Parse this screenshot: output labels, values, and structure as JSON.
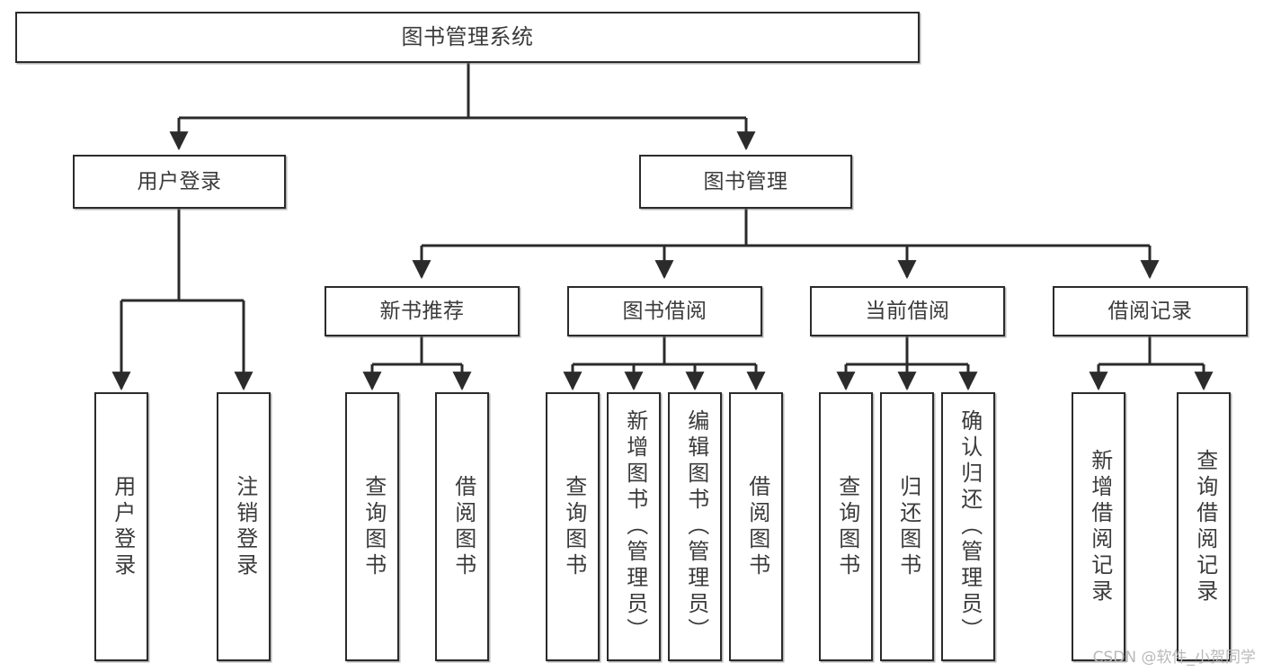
{
  "diagram": {
    "title": "图书管理系统",
    "type": "tree-hierarchy-chart",
    "watermark": "CSDN @软件_小贺同学",
    "colors": {
      "background": "#ffffff",
      "box_border": "#2b2b2b",
      "box_fill": "#ffffff",
      "text": "#3b3b3b",
      "edge": "#2b2b2b",
      "watermark": "#b9b9b9"
    },
    "levels": {
      "root": {
        "label": "图书管理系统"
      },
      "level2": [
        {
          "id": "user-login",
          "label": "用户登录"
        },
        {
          "id": "book-manage",
          "label": "图书管理"
        }
      ],
      "level3": [
        {
          "id": "new-book-recommend",
          "label": "新书推荐",
          "parent": "book-manage"
        },
        {
          "id": "book-borrow",
          "label": "图书借阅",
          "parent": "book-manage"
        },
        {
          "id": "current-borrow",
          "label": "当前借阅",
          "parent": "book-manage"
        },
        {
          "id": "borrow-record",
          "label": "借阅记录",
          "parent": "book-manage"
        }
      ],
      "leaves": [
        {
          "id": "leaf-user-login",
          "label": "用户登录",
          "parent": "user-login"
        },
        {
          "id": "leaf-user-logout",
          "label": "注销登录",
          "parent": "user-login"
        },
        {
          "id": "leaf-query-book-1",
          "label": "查询图书",
          "parent": "new-book-recommend"
        },
        {
          "id": "leaf-borrow-book-1",
          "label": "借阅图书",
          "parent": "new-book-recommend"
        },
        {
          "id": "leaf-query-book-2",
          "label": "查询图书",
          "parent": "book-borrow"
        },
        {
          "id": "leaf-add-book",
          "label": "新增图书（管理员）",
          "parent": "book-borrow"
        },
        {
          "id": "leaf-edit-book",
          "label": "编辑图书（管理员）",
          "parent": "book-borrow"
        },
        {
          "id": "leaf-borrow-book-2",
          "label": "借阅图书",
          "parent": "book-borrow"
        },
        {
          "id": "leaf-query-book-3",
          "label": "查询图书",
          "parent": "current-borrow"
        },
        {
          "id": "leaf-return-book",
          "label": "归还图书",
          "parent": "current-borrow"
        },
        {
          "id": "leaf-confirm-return",
          "label": "确认归还（管理员）",
          "parent": "current-borrow"
        },
        {
          "id": "leaf-add-record",
          "label": "新增借阅记录",
          "parent": "borrow-record"
        },
        {
          "id": "leaf-query-record",
          "label": "查询借阅记录",
          "parent": "borrow-record"
        }
      ]
    }
  }
}
